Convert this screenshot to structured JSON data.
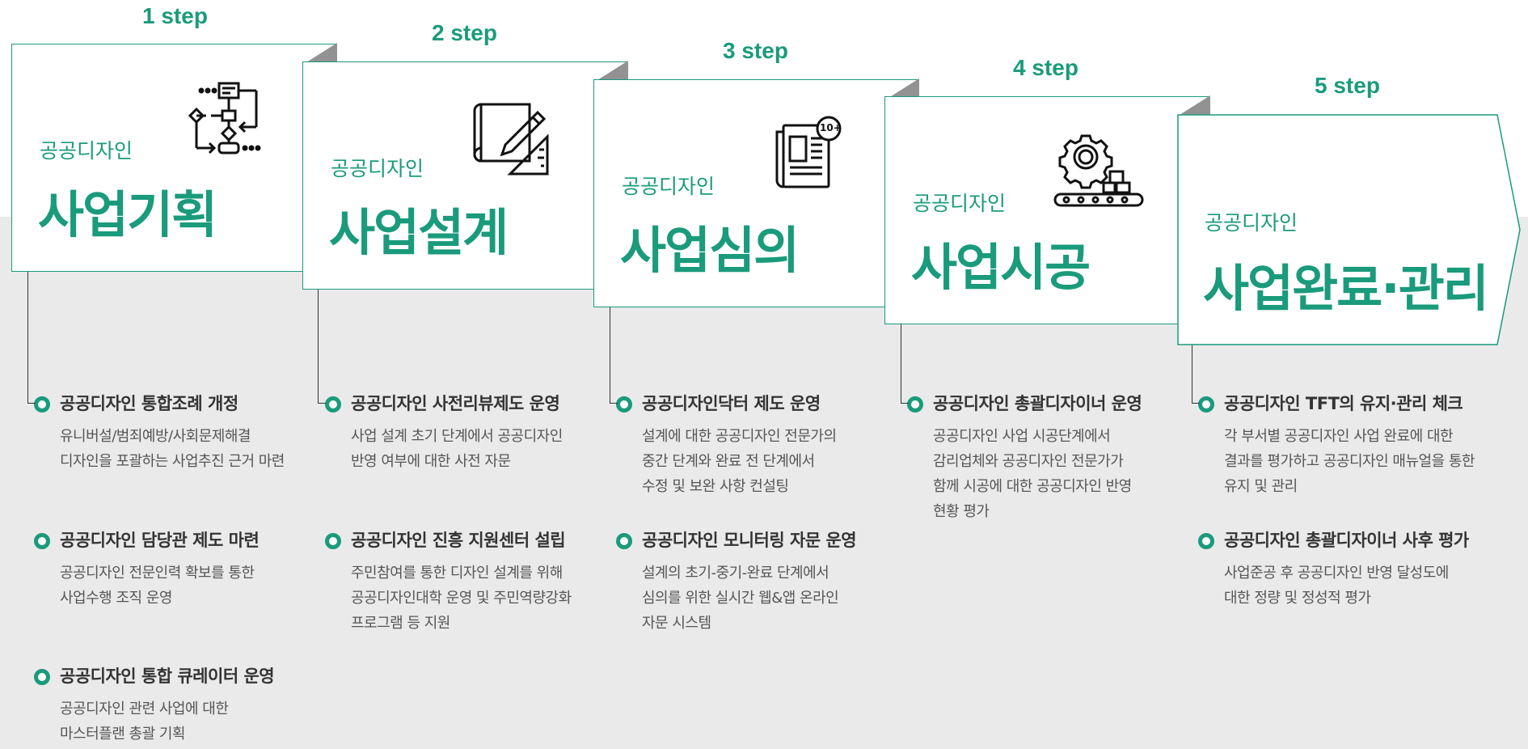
{
  "colors": {
    "accent": "#1a9b7b",
    "fold": "#929292",
    "background_lower": "#ebeaeb"
  },
  "steps": [
    {
      "step_label": "1 step",
      "small": "공공디자인",
      "big": "사업기획",
      "icon": "flowchart-icon",
      "items": [
        {
          "title": "공공디자인 통합조례 개정",
          "desc": [
            "유니버설/범죄예방/사회문제해결",
            "디자인을 포괄하는 사업추진 근거 마련"
          ]
        },
        {
          "title": "공공디자인 담당관 제도 마련",
          "desc": [
            "공공디자인 전문인력 확보를 통한",
            "사업수행 조직 운영"
          ]
        },
        {
          "title": "공공디자인 통합 큐레이터 운영",
          "desc": [
            "공공디자인 관련 사업에 대한",
            "마스터플랜 총괄 기획"
          ]
        }
      ]
    },
    {
      "step_label": "2 step",
      "small": "공공디자인",
      "big": "사업설계",
      "icon": "blueprint-icon",
      "items": [
        {
          "title": "공공디자인 사전리뷰제도 운영",
          "desc": [
            "사업 설계 초기 단계에서 공공디자인",
            "반영 여부에 대한 사전 자문"
          ]
        },
        {
          "title": "공공디자인 진흥 지원센터 설립",
          "desc": [
            "주민참여를 통한 디자인 설계를 위해",
            "공공디자인대학 운영 및 주민역량강화",
            "프로그램 등 지원"
          ]
        }
      ]
    },
    {
      "step_label": "3 step",
      "small": "공공디자인",
      "big": "사업심의",
      "icon": "newspaper-icon",
      "icon_badge": "10+",
      "items": [
        {
          "title": "공공디자인닥터 제도 운영",
          "desc": [
            "설계에 대한 공공디자인 전문가의",
            "중간 단계와 완료 전 단계에서",
            "수정 및 보완 사항 컨설팅"
          ]
        },
        {
          "title": "공공디자인 모니터링 자문 운영",
          "desc": [
            "설계의 초기-중기-완료 단계에서",
            "심의를 위한 실시간 웹&앱 온라인",
            "자문 시스템"
          ]
        }
      ]
    },
    {
      "step_label": "4 step",
      "small": "공공디자인",
      "big": "사업시공",
      "icon": "gear-conveyor-icon",
      "items": [
        {
          "title": "공공디자인 총괄디자이너 운영",
          "desc": [
            "공공디자인 사업 시공단계에서",
            "감리업체와 공공디자인 전문가가",
            "함께 시공에 대한 공공디자인 반영",
            "현황 평가"
          ]
        }
      ]
    },
    {
      "step_label": "5 step",
      "small": "공공디자인",
      "big": "사업완료·관리",
      "icon": "manager-gear-icon",
      "items": [
        {
          "title": "공공디자인 TFT의 유지·관리 체크",
          "desc": [
            "각 부서별 공공디자인 사업 완료에 대한",
            "결과를 평가하고 공공디자인 매뉴얼을 통한",
            "유지 및 관리"
          ]
        },
        {
          "title": "공공디자인 총괄디자이너 사후 평가",
          "desc": [
            "사업준공 후 공공디자인 반영 달성도에",
            "대한 정량 및 정성적 평가"
          ]
        }
      ]
    }
  ]
}
